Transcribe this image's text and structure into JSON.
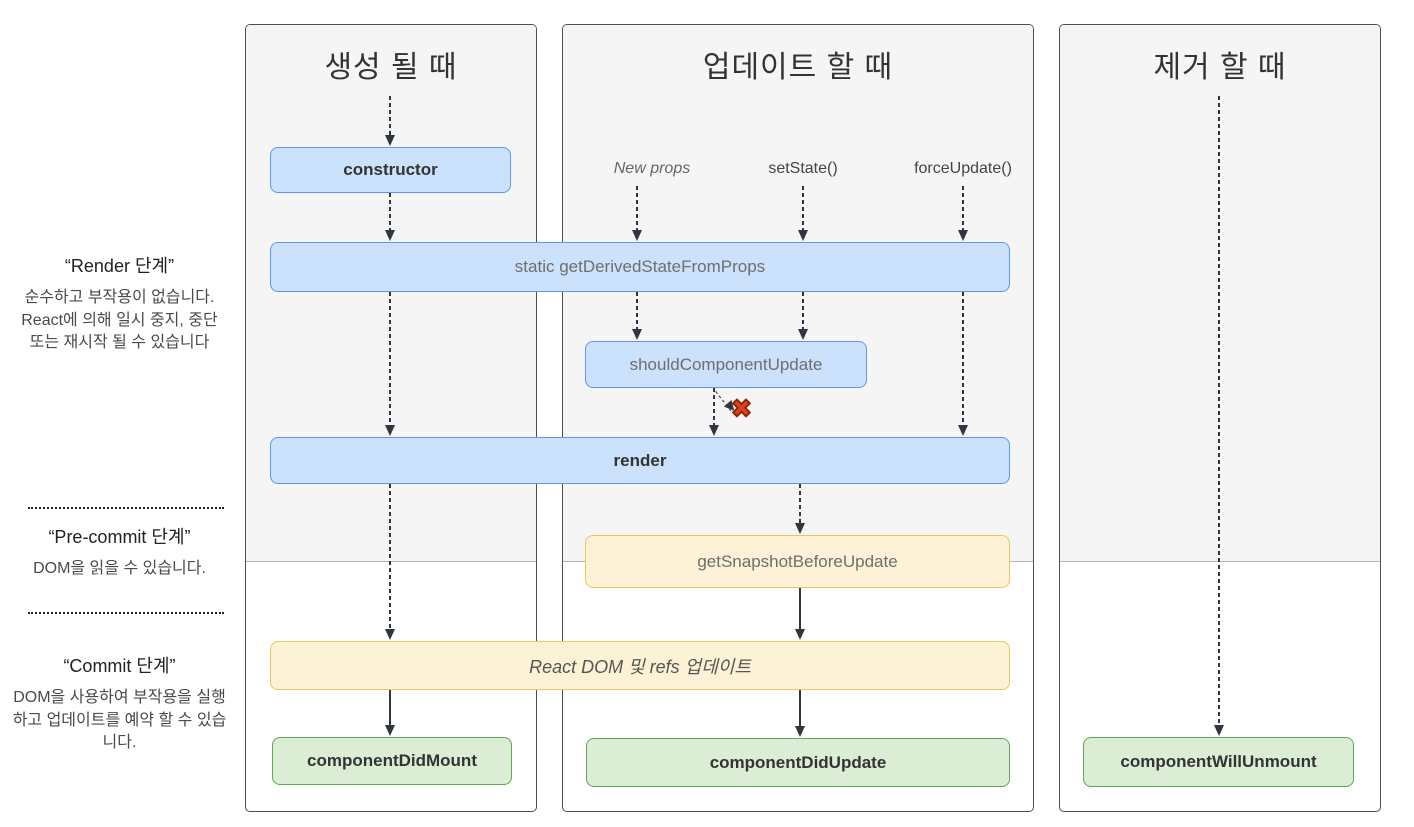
{
  "sidebar": {
    "render_phase": {
      "title": "“Render 단계”",
      "description": "순수하고 부작용이 없습니다. React에 의해 일시 중지, 중단 또는 재시작 될 수 있습니다"
    },
    "precommit_phase": {
      "title": "“Pre-commit 단계”",
      "description": "DOM을 읽을 수 있습니다."
    },
    "commit_phase": {
      "title": "“Commit 단계”",
      "description": "DOM을 사용하여 부작용을 실행하고 업데이트를 예약 할 수 있습니다."
    }
  },
  "columns": {
    "mount": {
      "title": "생성 될 때"
    },
    "update": {
      "title": "업데이트 할 때",
      "triggers": {
        "new_props": "New props",
        "set_state": "setState()",
        "force_update": "forceUpdate()"
      }
    },
    "unmount": {
      "title": "제거 할 때"
    }
  },
  "nodes": {
    "constructor": "constructor",
    "get_derived_state_from_props": "static getDerivedStateFromProps",
    "should_component_update": "shouldComponentUpdate",
    "render": "render",
    "get_snapshot_before_update": "getSnapshotBeforeUpdate",
    "react_dom_refs_update": "React DOM 및 refs 업데이트",
    "component_did_mount": "componentDidMount",
    "component_did_update": "componentDidUpdate",
    "component_will_unmount": "componentWillUnmount"
  },
  "marks": {
    "stop_x": "✖"
  },
  "colors": {
    "blue_fill": "#cce1fb",
    "blue_border": "#6096ef",
    "yellow_fill": "#fdf2d6",
    "yellow_border": "#eec45c",
    "green_fill": "#dcedd6",
    "green_border": "#61a356",
    "x_mark": "#e0411f",
    "arrow": "#2f3640",
    "phase_gray": "#f5f5f6"
  }
}
